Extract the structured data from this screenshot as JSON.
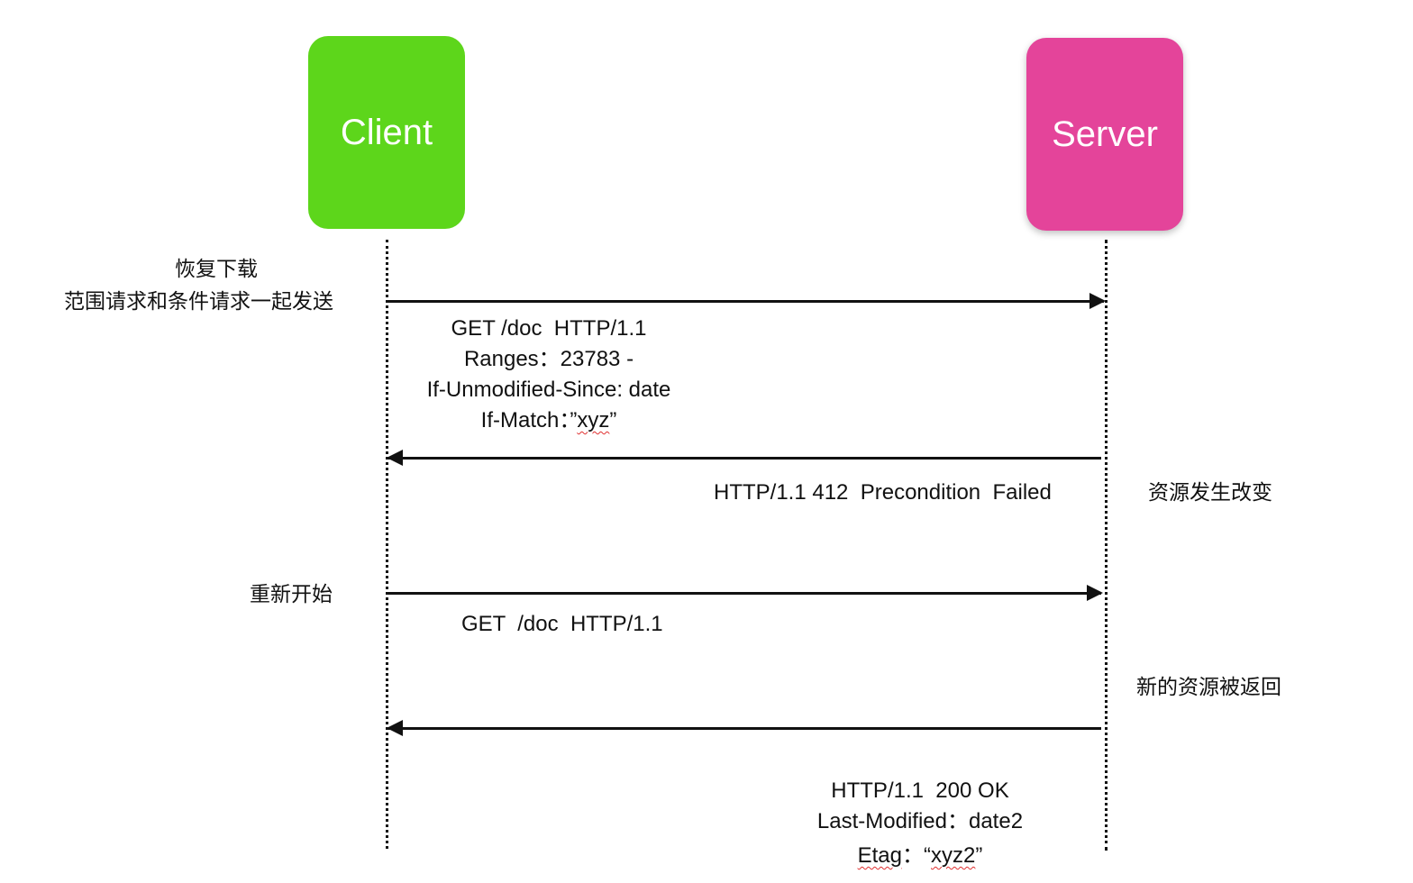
{
  "actors": {
    "client": {
      "label": "Client",
      "color": "#5dd61b"
    },
    "server": {
      "label": "Server",
      "color": "#e4449a"
    }
  },
  "notes": {
    "resume_download": "恢复下载",
    "range_and_conditional": "范围请求和条件请求一起发送",
    "resource_changed": "资源发生改变",
    "restart": "重新开始",
    "new_resource_returned": "新的资源被返回"
  },
  "request1": {
    "line1": "GET /doc  HTTP/1.1",
    "line2": "Ranges：23783 -",
    "line3": "If-Unmodified-Since: date",
    "line4_prefix": "If-Match：”",
    "line4_value": "xyz",
    "line4_suffix": "”"
  },
  "response1": {
    "line1": "HTTP/1.1 412  Precondition  Failed"
  },
  "request2": {
    "line1": "GET  /doc  HTTP/1.1"
  },
  "response2": {
    "line1": "HTTP/1.1  200 OK",
    "line2": "Last-Modified：date2",
    "line3_key": "Etag",
    "line3_sep": "：“",
    "line3_value": "xyz2",
    "line3_suffix": "”"
  }
}
